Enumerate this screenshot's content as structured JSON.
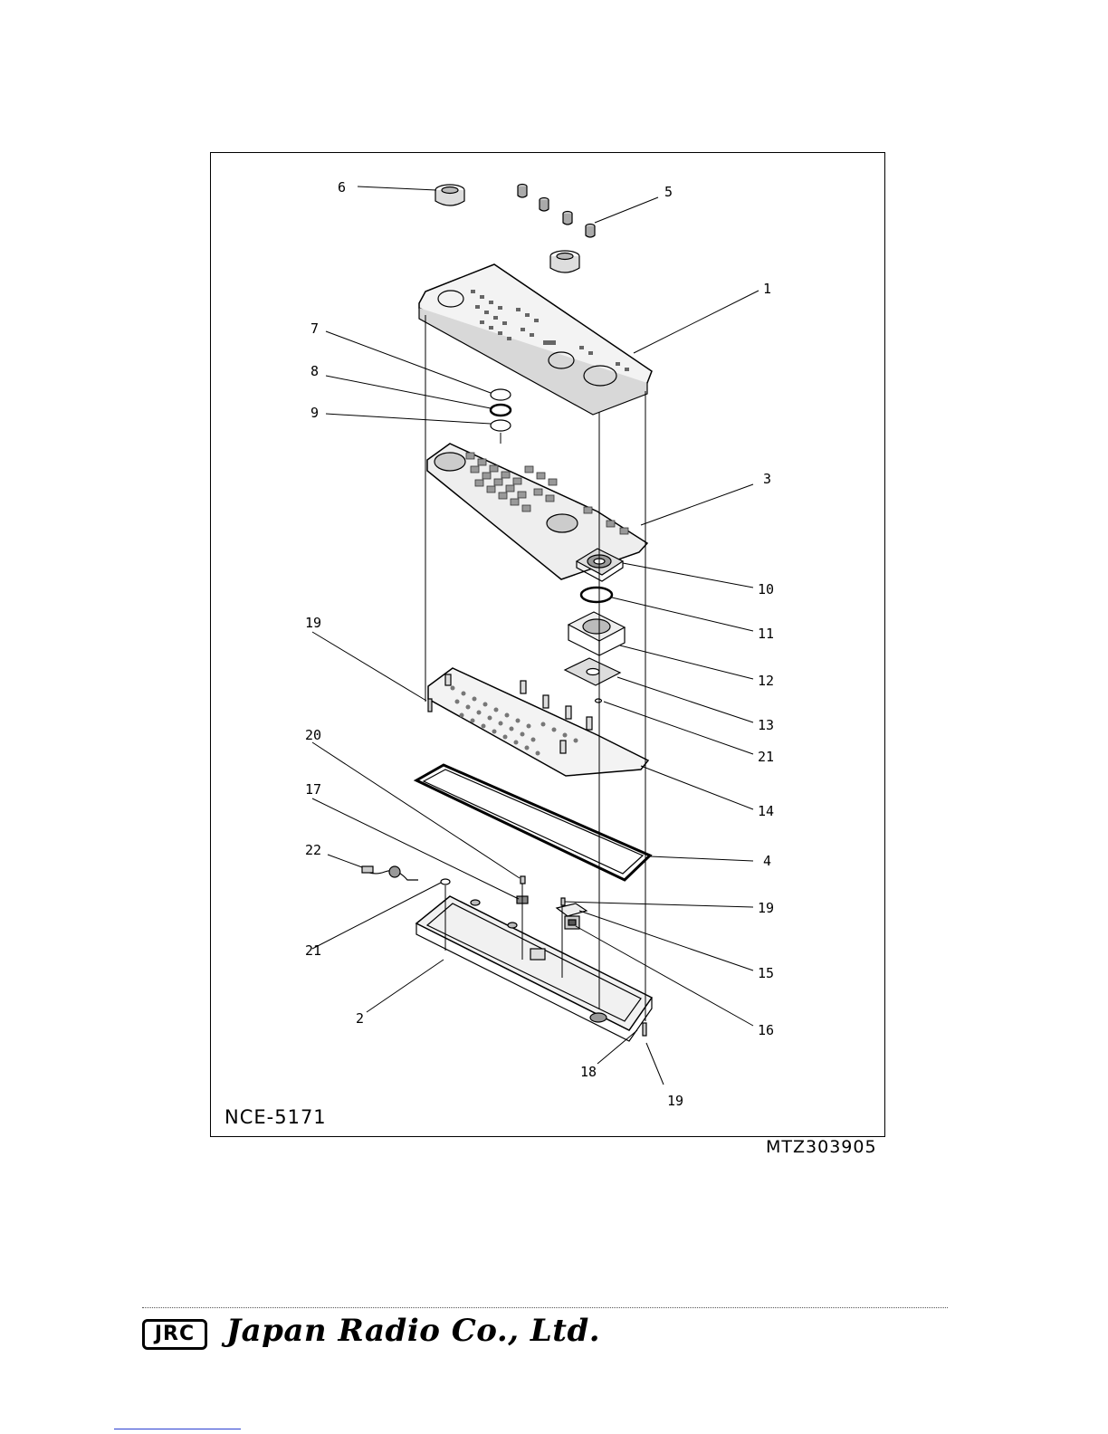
{
  "diagram": {
    "model": "NCE-5171",
    "drawing_number": "MTZ303905",
    "callouts": [
      "6",
      "5",
      "1",
      "7",
      "8",
      "9",
      "3",
      "10",
      "11",
      "19",
      "12",
      "13",
      "21",
      "20",
      "14",
      "17",
      "22",
      "4",
      "19",
      "21",
      "15",
      "2",
      "16",
      "18",
      "19"
    ]
  },
  "footer": {
    "logo_text": "JRC",
    "company_name": "Japan Radio Co., Ltd."
  }
}
